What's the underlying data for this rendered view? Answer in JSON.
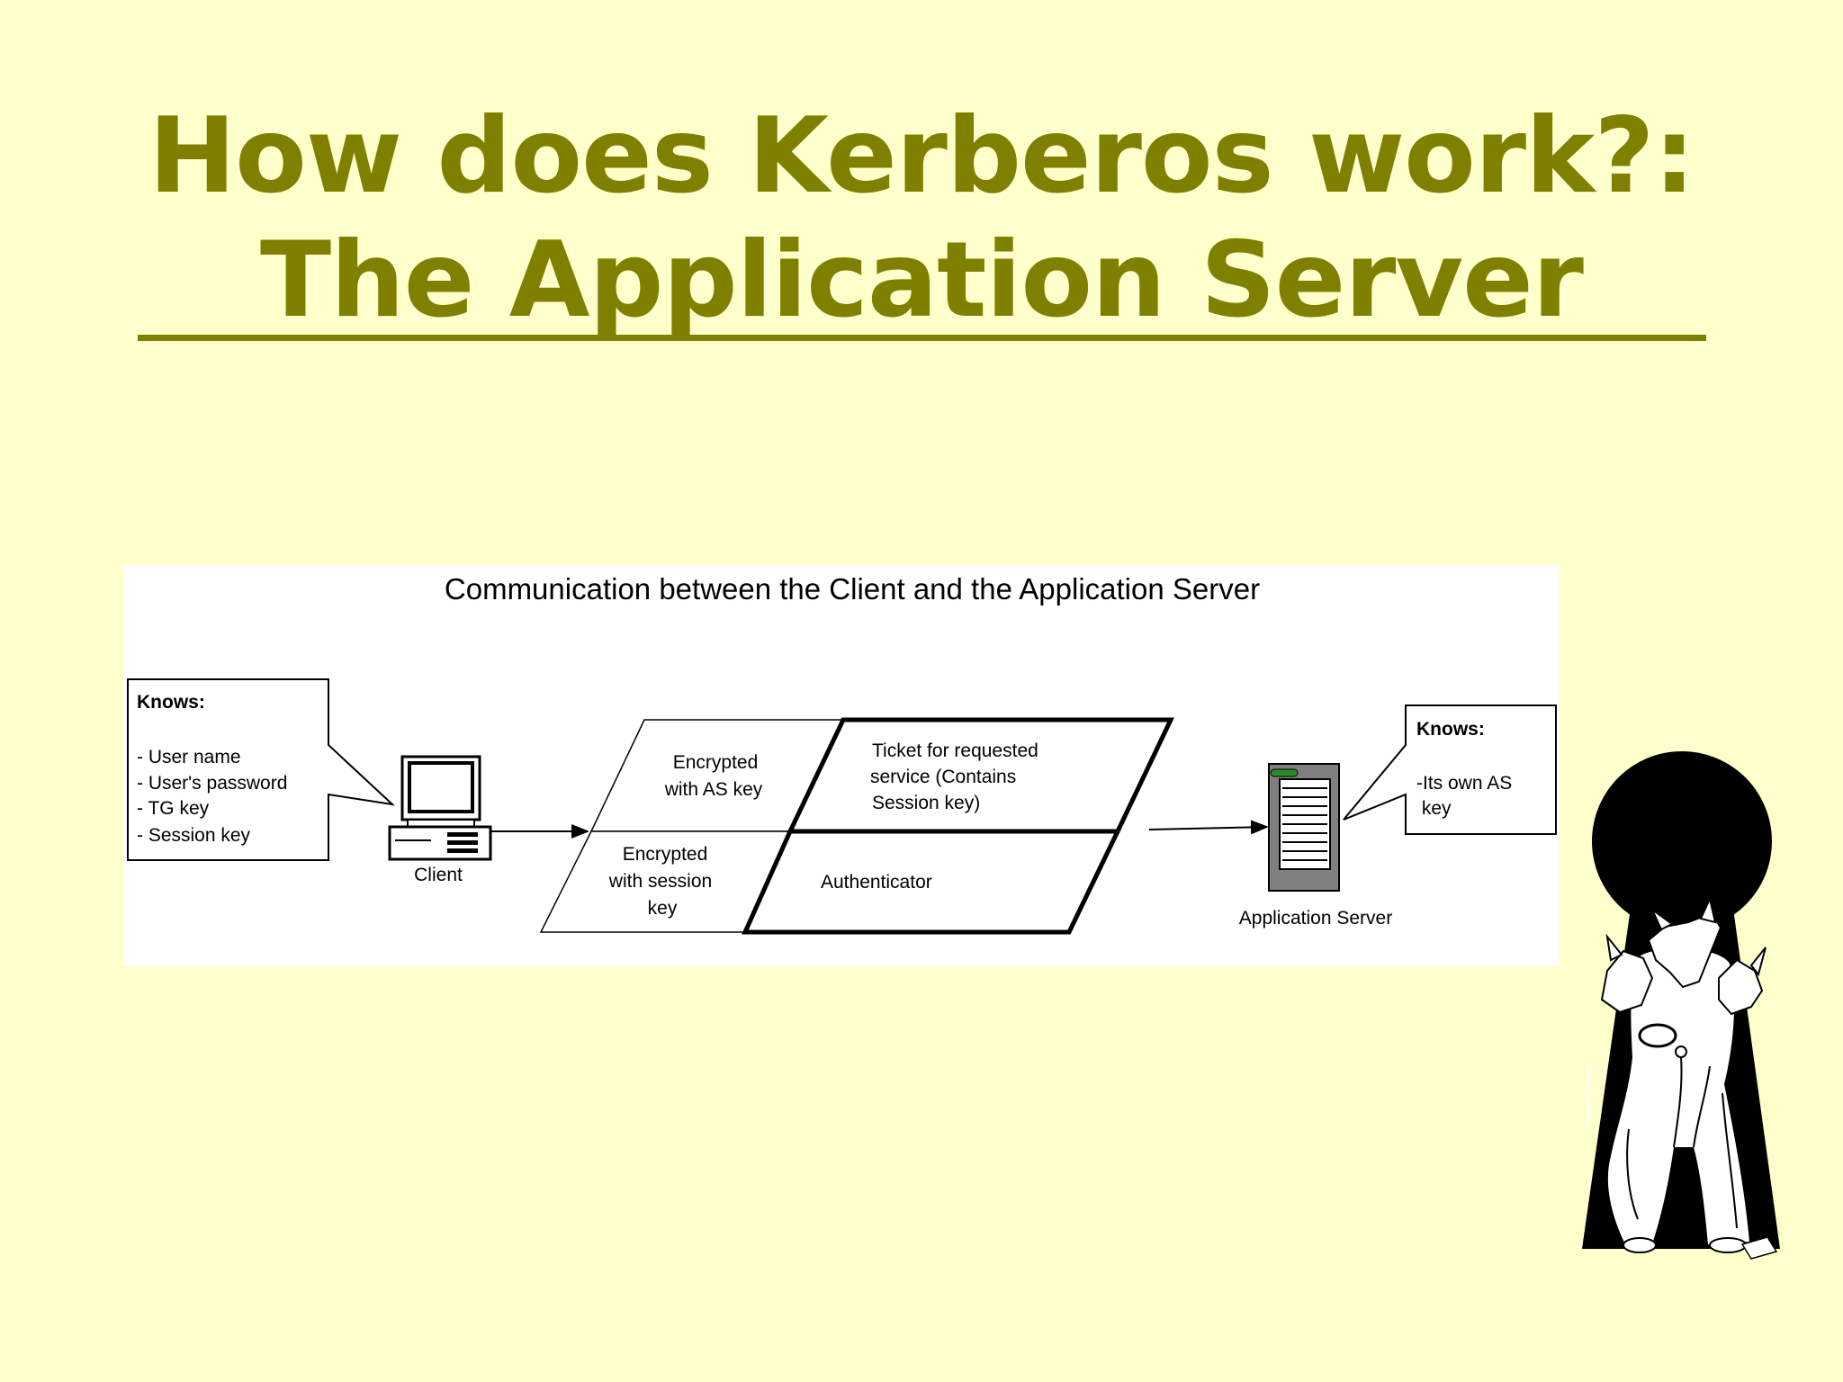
{
  "slide": {
    "title_line1": "How does Kerberos work?:",
    "title_line2": "The Application Server"
  },
  "diagram": {
    "heading": "Communication between the Client and the Application Server",
    "client_knows": {
      "header": "Knows:",
      "items": [
        "- User name",
        "- User's password",
        "- TG key",
        "- Session key"
      ]
    },
    "client_label": "Client",
    "message": {
      "top_left": [
        "Encrypted",
        "with AS key"
      ],
      "top_right": [
        "Ticket for requested",
        "service (Contains",
        "Session key)"
      ],
      "bottom_left": [
        "Encrypted",
        "with session",
        "key"
      ],
      "bottom_right": "Authenticator"
    },
    "server_knows": {
      "header": "Knows:",
      "items": [
        "-Its own AS",
        " key"
      ]
    },
    "server_label": "Application Server"
  },
  "illustration": {
    "icon": "cerberus-keyhole",
    "signature": "artist signature"
  },
  "colors": {
    "background": "#ffffcc",
    "title": "#808000",
    "figure_background": "#ffffff"
  }
}
